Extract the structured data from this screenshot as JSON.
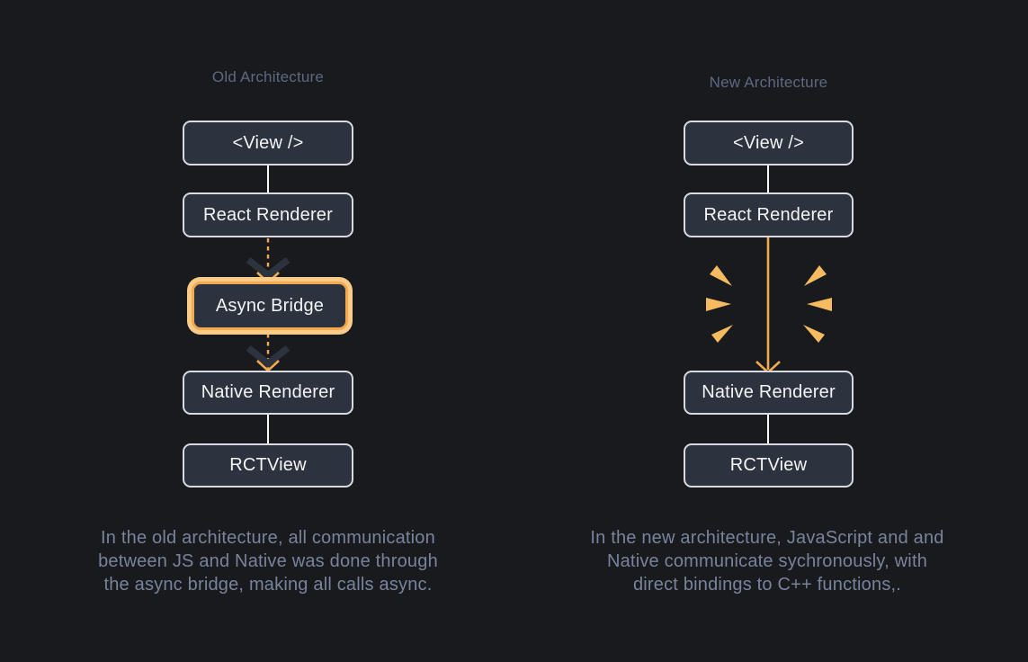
{
  "colors": {
    "page_bg": "#191a1e",
    "box_fill": "#2d333e",
    "box_border": "#d7dade",
    "box_text": "#f3f4f6",
    "muted_text": "#5e6880",
    "caption_text": "#79839b",
    "accent_orange": "#f3a94e",
    "accent_orange_light": "#f8cb88",
    "burst_orange": "#f6bb60",
    "chevron_dark": "#2d333e",
    "connector_white": "#fafafa"
  },
  "old": {
    "title": "Old Architecture",
    "nodes": {
      "view": "<View />",
      "react": "React Renderer",
      "bridge": "Async Bridge",
      "native": "Native Renderer",
      "rct": "RCTView"
    },
    "caption_lines": [
      "In the old architecture, all communication",
      "between JS and Native was done through",
      "the async bridge, making all calls async."
    ]
  },
  "new": {
    "title": "New Architecture",
    "nodes": {
      "view": "<View />",
      "react": "React Renderer",
      "native": "Native Renderer",
      "rct": "RCTView"
    },
    "caption_lines": [
      "In the new architecture, JavaScript and and",
      "Native communicate sychronously, with",
      "direct bindings to C++ functions,."
    ]
  }
}
